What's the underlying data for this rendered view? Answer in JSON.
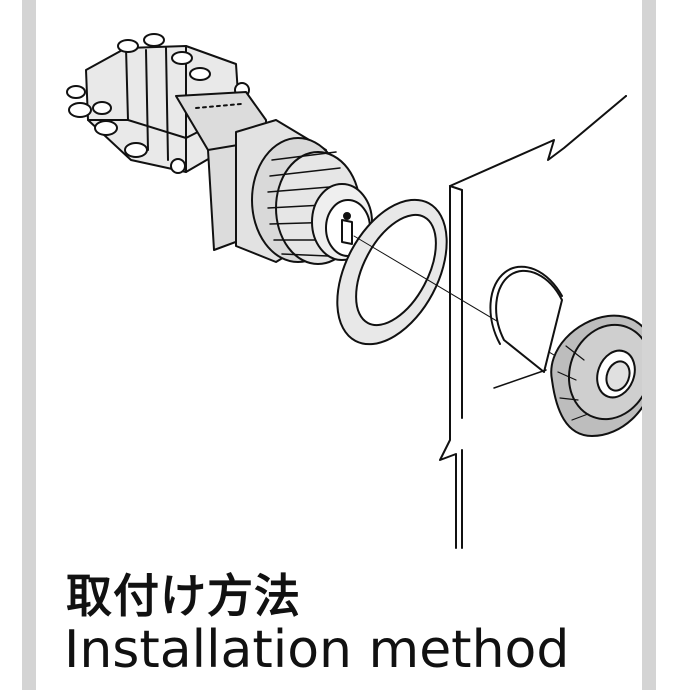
{
  "caption": {
    "japanese": "取付け方法",
    "english": "Installation method"
  },
  "illustration": {
    "subject": "key-switch-mounting",
    "parts": [
      "switch-body",
      "gasket-ring",
      "panel",
      "mounting-nut"
    ]
  },
  "colors": {
    "side_bars": "#d4d4d4",
    "line": "#111111",
    "metal_fill": "#e6e6e6",
    "shade_fill": "#bdbdbd",
    "background": "#ffffff"
  }
}
